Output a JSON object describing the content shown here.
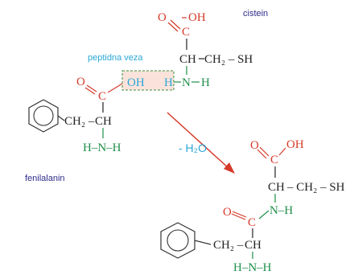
{
  "labels": {
    "cysteine": "cistein",
    "peptide_bond": "peptidna veza",
    "phenylalanine": "fenilalanin",
    "water_loss": "- H₂O"
  },
  "colors": {
    "oxygen": "#d63a2a",
    "carbonyl_carbon": "#d63a2a",
    "nitrogen": "#1f8f4a",
    "carbon": "#222222",
    "label_dark": "#2c2c8c",
    "label_blue": "#2aa7d6",
    "highlight_fill": "#fbe3dc",
    "highlight_border": "#3b8f3b",
    "arrow": "#d63a2a"
  },
  "cysteine_top": {
    "o": "O",
    "oh": "OH",
    "c": "C",
    "ch": "CH",
    "side": "CH₂ – SH",
    "n": "N",
    "h_left": "H",
    "h_right": "H"
  },
  "phe_top": {
    "o": "O",
    "oh": "OH",
    "c": "C",
    "ch2": "CH₂ –",
    "ch": "CH",
    "nh": "H–N–H"
  },
  "product": {
    "o_top": "O",
    "oh": "OH",
    "c_top": "C",
    "ch_top": "CH",
    "side": "– CH₂ – SH",
    "o_mid": "O",
    "c_mid": "C",
    "nh": "N–H",
    "ch2": "CH₂ –",
    "ch_bottom": "CH",
    "nh_bottom": "H–N–H"
  }
}
